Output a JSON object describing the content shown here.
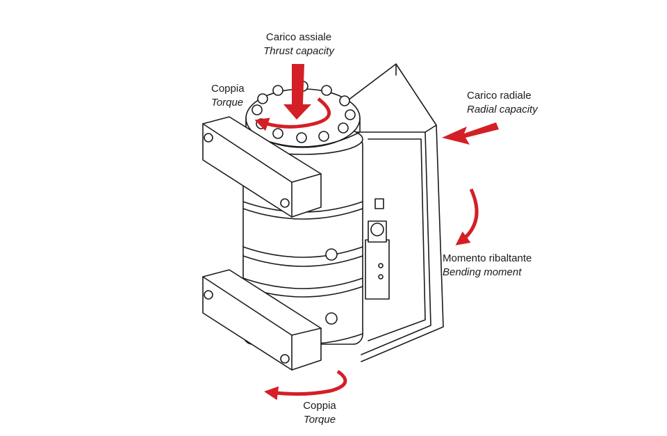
{
  "labels": {
    "thrust": {
      "it": "Carico assiale",
      "en": "Thrust capacity"
    },
    "torque_top": {
      "it": "Coppia",
      "en": "Torque"
    },
    "radial": {
      "it": "Carico radiale",
      "en": "Radial capacity"
    },
    "bending": {
      "it": "Momento ribaltante",
      "en": "Bending moment"
    },
    "torque_bottom": {
      "it": "Coppia",
      "en": "Torque"
    }
  },
  "colors": {
    "arrow": "#d41f26",
    "line": "#1a1a1a"
  }
}
